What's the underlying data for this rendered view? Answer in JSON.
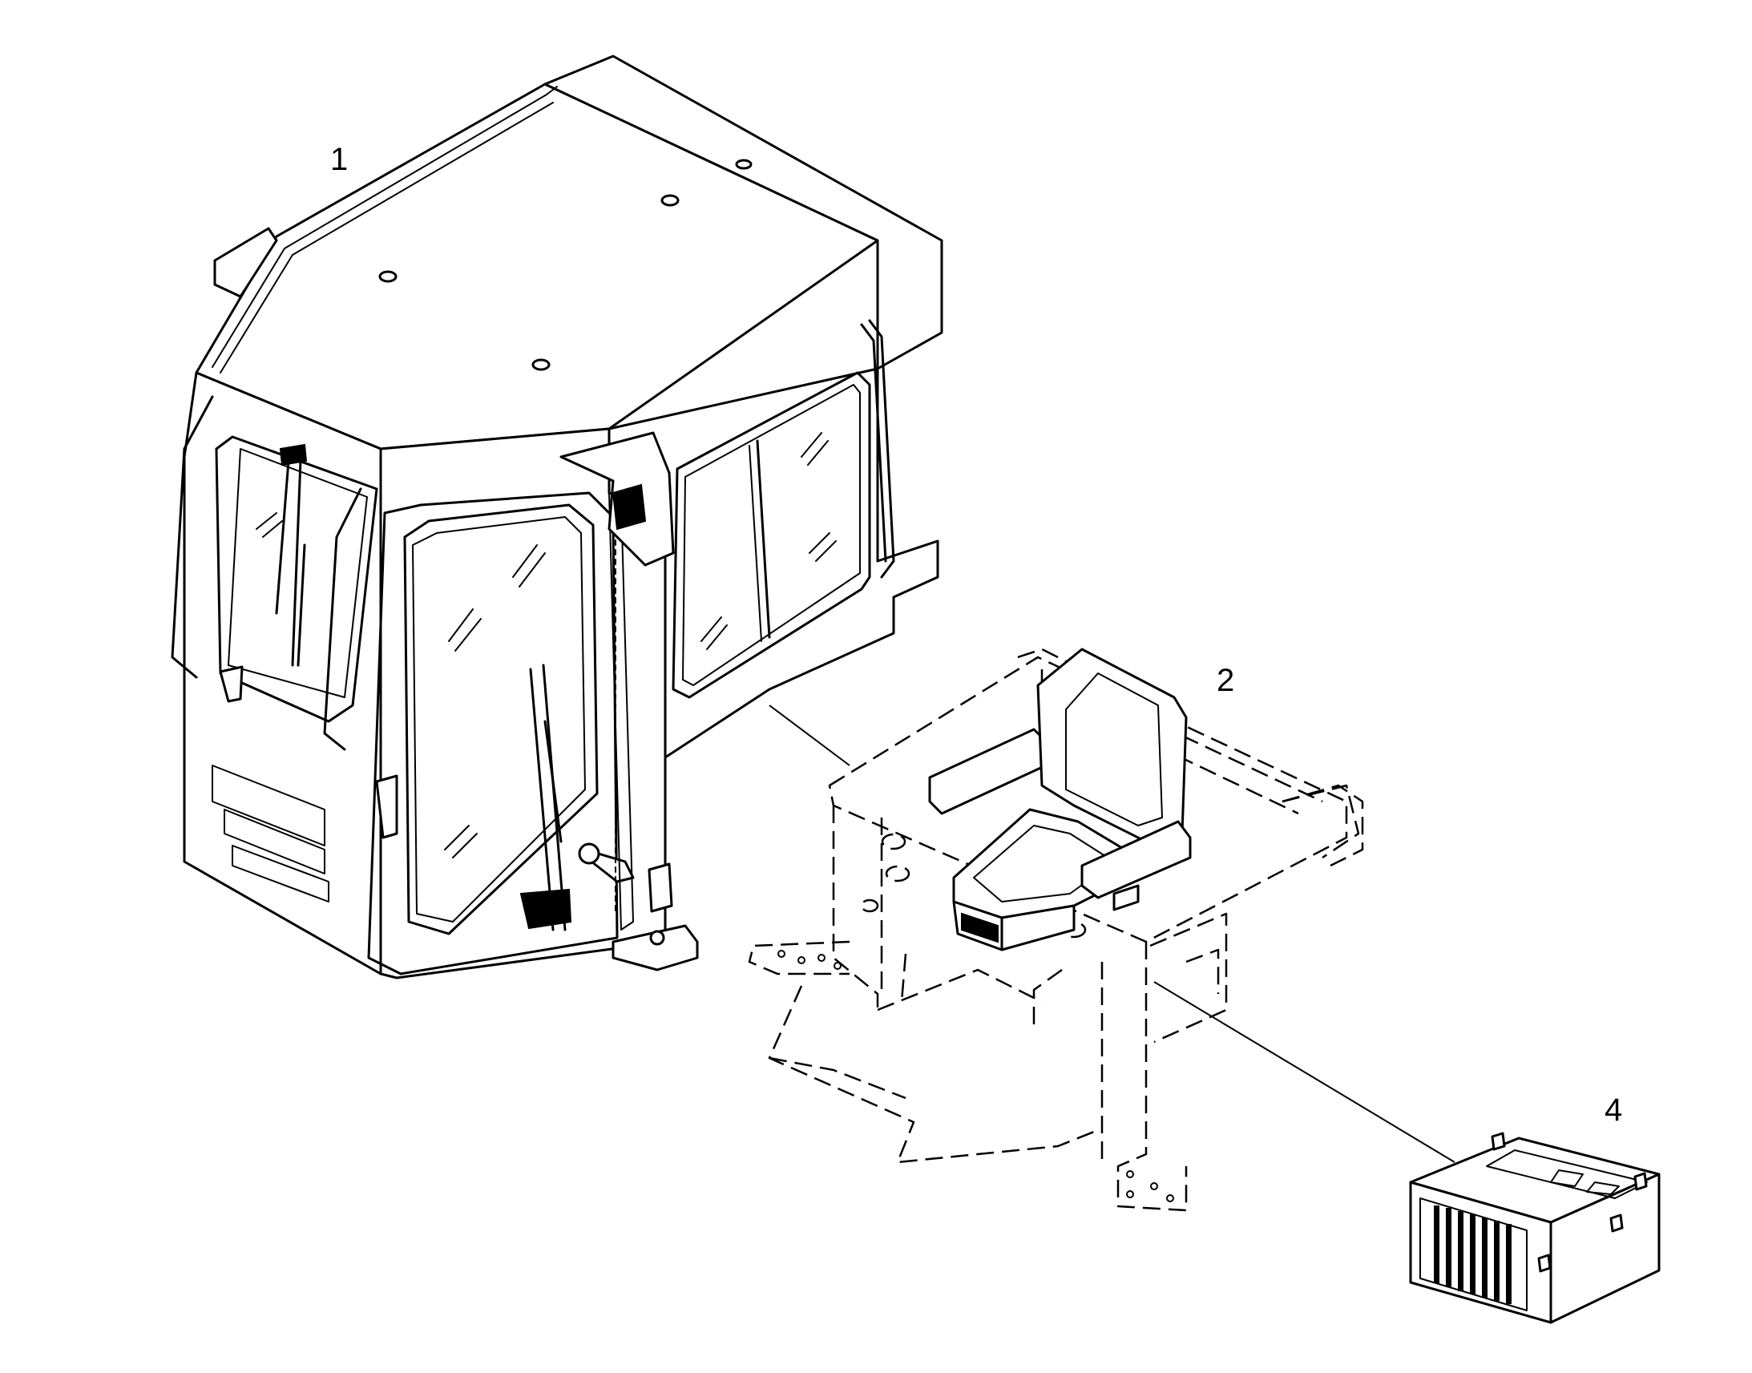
{
  "callouts": {
    "cab": "1",
    "seat_platform": "2",
    "box": "4"
  }
}
